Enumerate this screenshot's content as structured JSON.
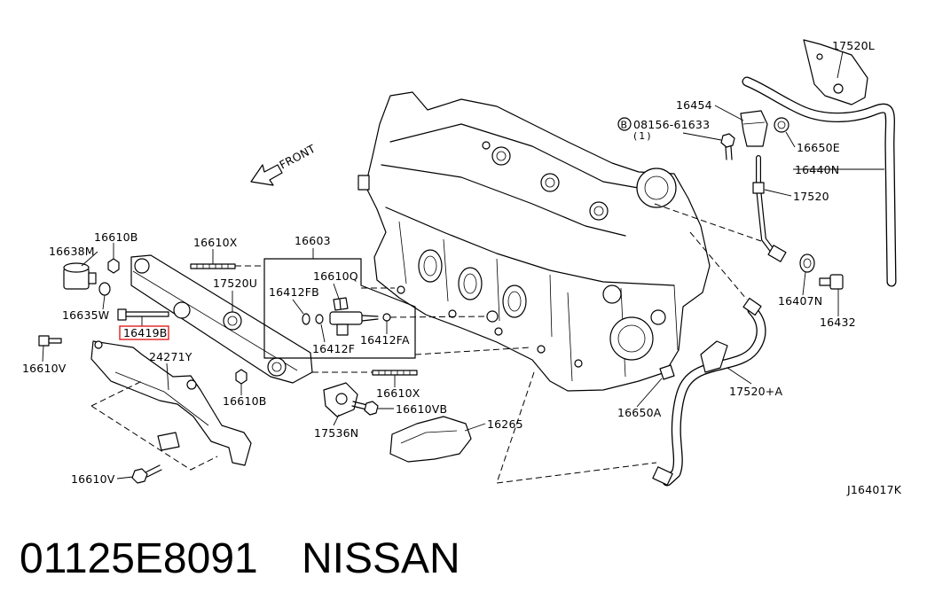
{
  "callouts": {
    "c_17520L": "17520L",
    "c_16454": "16454",
    "c_bolt_symbol": "B",
    "c_08156_61633": "08156-61633",
    "c_08156_qty": "(1)",
    "c_16650E": "16650E",
    "c_16440N": "16440N",
    "c_17520": "17520",
    "c_front": "FRONT",
    "c_16610B_top": "16610B",
    "c_16638M": "16638M",
    "c_16610X_top": "16610X",
    "c_16603": "16603",
    "c_16610Q": "16610Q",
    "c_16412FB": "16412FB",
    "c_17520U": "17520U",
    "c_16635W": "16635W",
    "c_16419B": "16419B",
    "c_16412F": "16412F",
    "c_16412FA": "16412FA",
    "c_16610V_left": "16610V",
    "c_24271Y": "24271Y",
    "c_16610B_bottom": "16610B",
    "c_16610X_bottom": "16610X",
    "c_16610VB": "16610VB",
    "c_17536N": "17536N",
    "c_16265": "16265",
    "c_16407N": "16407N",
    "c_16432": "16432",
    "c_16650A": "16650A",
    "c_17520A": "17520+A",
    "c_16610V_bottom": "16610V"
  },
  "figure_code": "J164017K",
  "footer": {
    "part_number": "01125E8091",
    "brand": "NISSAN"
  },
  "colors": {
    "line": "#000000",
    "highlight": "#e0201f",
    "background": "#ffffff"
  }
}
